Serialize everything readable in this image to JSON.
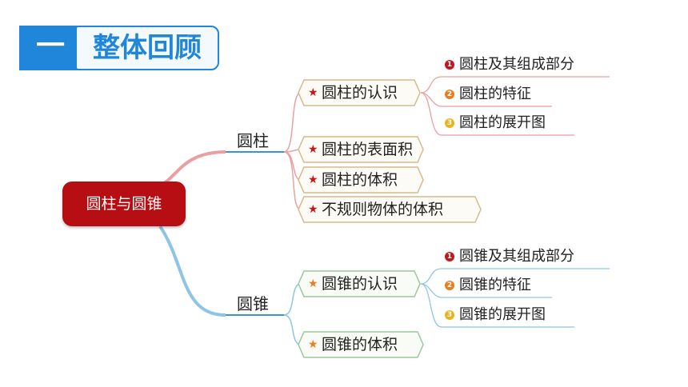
{
  "header": {
    "number": "一",
    "title": "整体回顾"
  },
  "mindmap": {
    "root": "圆柱与圆锥",
    "branches": [
      {
        "label": "圆柱",
        "nodes": [
          {
            "label": "圆柱的认识",
            "children": [
              "圆柱及其组成部分",
              "圆柱的特征",
              "圆柱的展开图"
            ]
          },
          {
            "label": "圆柱的表面积"
          },
          {
            "label": "圆柱的体积"
          },
          {
            "label": "不规则物体的体积"
          }
        ]
      },
      {
        "label": "圆锥",
        "nodes": [
          {
            "label": "圆锥的认识",
            "children": [
              "圆锥及其组成部分",
              "圆锥的特征",
              "圆锥的展开图"
            ]
          },
          {
            "label": "圆锥的体积"
          }
        ]
      }
    ],
    "leaf_markers": [
      "1",
      "2",
      "3"
    ]
  },
  "colors": {
    "header_blue": "#1f86d9",
    "root_red": "#b60e12",
    "branch1_line": "#e8a0a0",
    "branch2_line": "#8fc4e6",
    "branch1_hex_border": "#d9b98a",
    "branch2_hex_border": "#9cc79a",
    "marker_1": "#c8141a",
    "marker_2": "#e67e22",
    "marker_3": "#e8b41c"
  }
}
